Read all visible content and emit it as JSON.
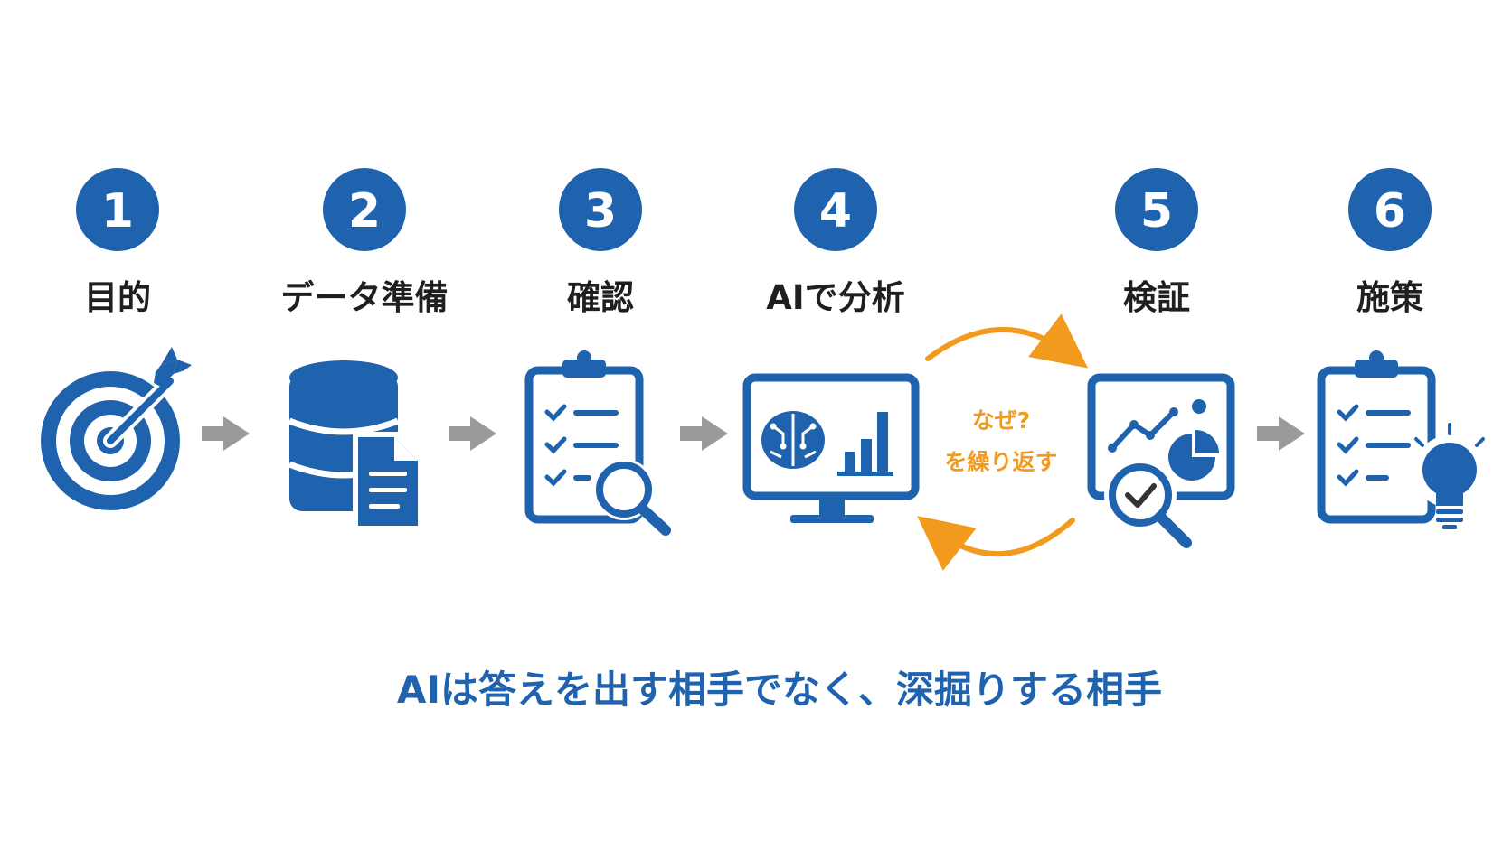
{
  "colors": {
    "primary": "#1f62ad",
    "accent": "#f29a1e",
    "connector": "#9a9a9a",
    "label": "#1f1f1f",
    "background": "#ffffff"
  },
  "steps": [
    {
      "number": "1",
      "label": "目的",
      "icon": "target-icon"
    },
    {
      "number": "2",
      "label": "データ準備",
      "icon": "database-document-icon"
    },
    {
      "number": "3",
      "label": "確認",
      "icon": "clipboard-search-icon"
    },
    {
      "number": "4",
      "label": "AIで分析",
      "icon": "monitor-brain-chart-icon"
    },
    {
      "number": "5",
      "label": "検証",
      "icon": "monitor-verify-icon"
    },
    {
      "number": "6",
      "label": "施策",
      "icon": "clipboard-lightbulb-icon"
    }
  ],
  "loop": {
    "line1": "なぜ?",
    "line2": "を繰り返す"
  },
  "tagline": "AIは答えを出す相手でなく、深掘りする相手"
}
